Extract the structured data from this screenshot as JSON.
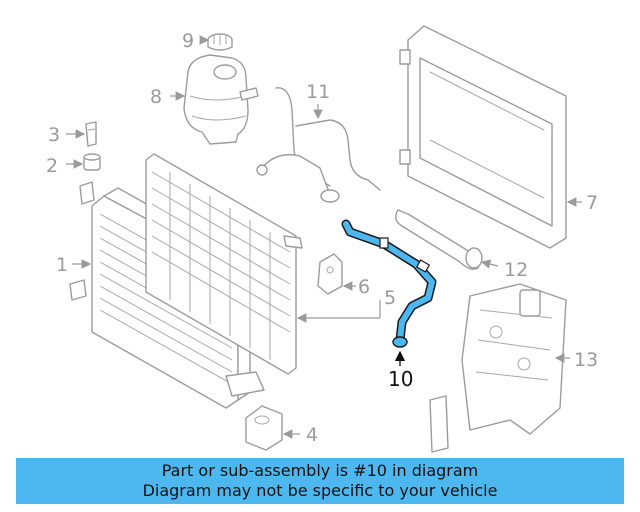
{
  "diagram": {
    "callouts": [
      "1",
      "2",
      "3",
      "4",
      "5",
      "6",
      "7",
      "8",
      "9",
      "10",
      "11",
      "12",
      "13"
    ],
    "highlighted_part": "10",
    "highlight_color": "#4db8f0",
    "part_stroke_color": "#9c9c9c"
  },
  "banner": {
    "line1": "Part or sub-assembly is #10 in diagram",
    "line2": "Diagram may not be specific to your vehicle",
    "background": "#4db8f0"
  }
}
